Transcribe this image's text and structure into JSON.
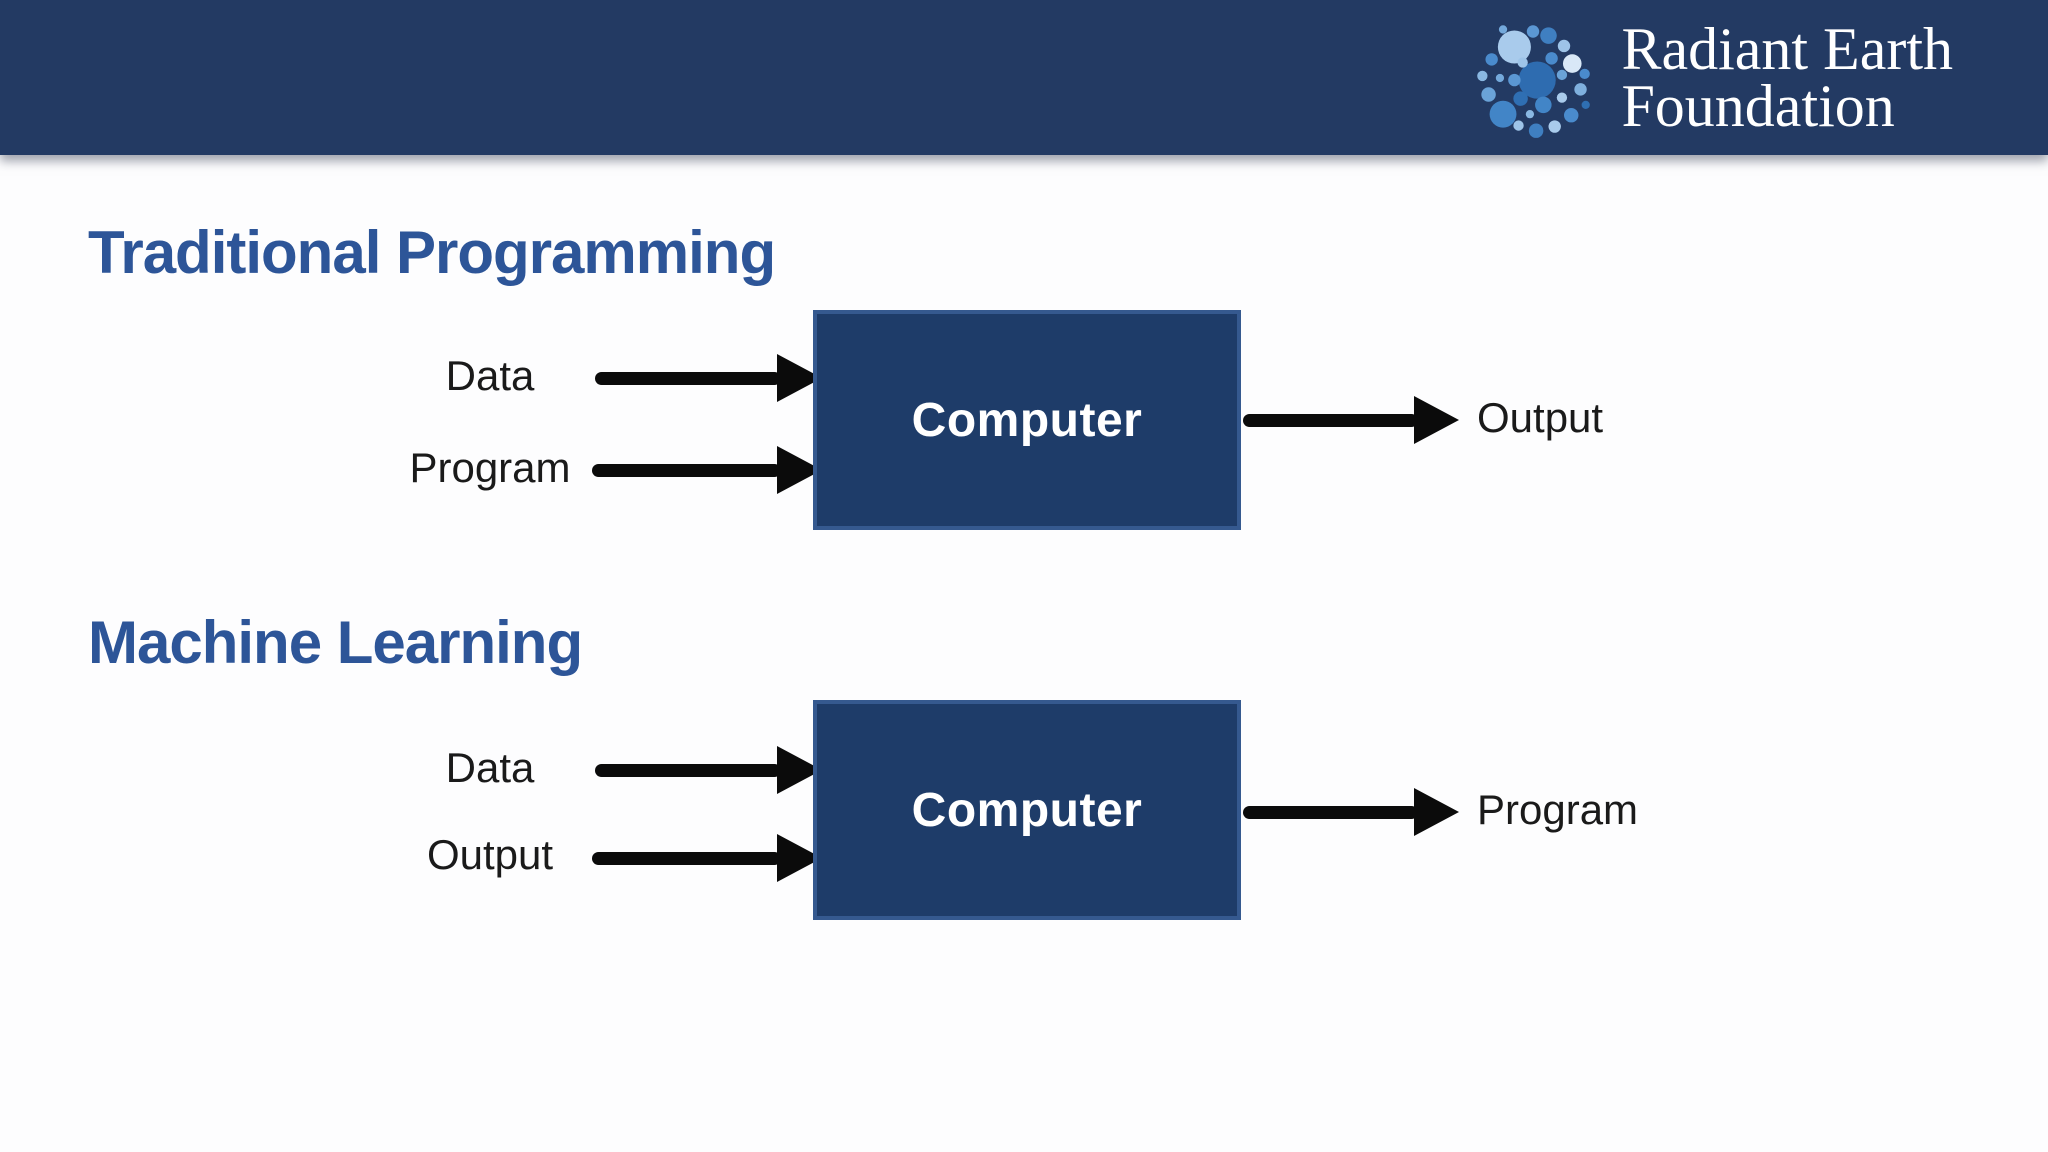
{
  "header": {
    "brand_line1": "Radiant Earth",
    "brand_line2": "Foundation",
    "logo_icon": "bubble-cluster-globe"
  },
  "colors": {
    "header_bg": "#233a63",
    "heading_blue": "#2d5598",
    "box_fill": "#1e3c69",
    "box_border": "#35598f",
    "label_text": "#1a1a1a",
    "arrow_black": "#0b0b0b",
    "box_text": "#ffffff",
    "slide_bg": "#fdfdfe"
  },
  "diagrams": [
    {
      "title": "Traditional Programming",
      "inputs": [
        "Data",
        "Program"
      ],
      "box_label": "Computer",
      "output_label": "Output"
    },
    {
      "title": "Machine Learning",
      "inputs": [
        "Data",
        "Output"
      ],
      "box_label": "Computer",
      "output_label": "Program"
    }
  ]
}
